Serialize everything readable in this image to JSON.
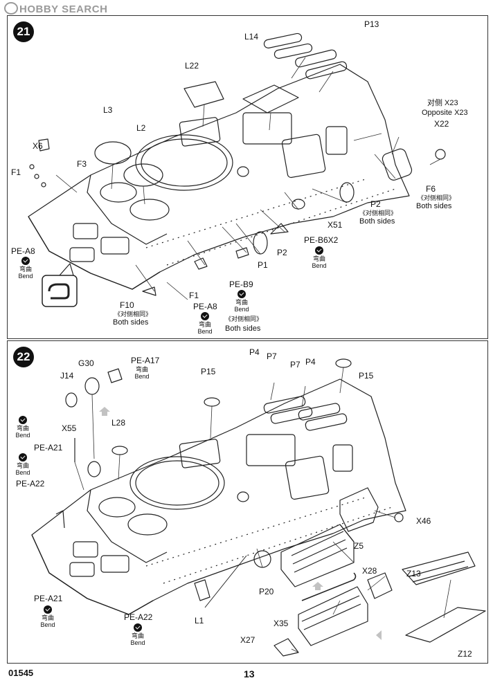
{
  "watermark": "HOBBY SEARCH",
  "footer": {
    "code": "01545",
    "page": "13"
  },
  "step21": {
    "number": "21",
    "labels": {
      "P13": "P13",
      "L14": "L14",
      "L22": "L22",
      "L3": "L3",
      "L2": "L2",
      "X6": "X6",
      "F3": "F3",
      "F1a": "F1",
      "opp_cn": "对侧 X23",
      "opp_en": "Opposite X23",
      "X22": "X22",
      "F6": "F6",
      "F6_cn": "《对侧相同》",
      "F6_both": "Both sides",
      "P2a": "P2",
      "P2a_cn": "《对侧相同》",
      "P2a_both": "Both sides",
      "X51": "X51",
      "PE_B6X2": "PE-B6X2",
      "P2b": "P2",
      "P1": "P1",
      "PE_A8a": "PE-A8",
      "PE_B9": "PE-B9",
      "F1b": "F1",
      "F10": "F10",
      "F10_cn": "《对侧相同》",
      "F10_both": "Both sides",
      "PE_A8b": "PE-A8",
      "PE_B9_both_cn": "《对侧相同》",
      "PE_B9_both": "Both sides"
    },
    "bends": [
      {
        "cn": "弯曲",
        "en": "Bend"
      },
      {
        "cn": "弯曲",
        "en": "Bend"
      },
      {
        "cn": "弯曲",
        "en": "Bend"
      },
      {
        "cn": "弯曲",
        "en": "Bend"
      }
    ]
  },
  "step22": {
    "number": "22",
    "labels": {
      "G30": "G30",
      "PE_A17": "PE-A17",
      "J14": "J14",
      "P15a": "P15",
      "P4a": "P4",
      "P7a": "P7",
      "P7b": "P7",
      "P4b": "P4",
      "P15b": "P15",
      "L28": "L28",
      "X55": "X55",
      "PE_A21a": "PE-A21",
      "PE_A22a": "PE-A22",
      "X46": "X46",
      "Z5": "Z5",
      "X28": "X28",
      "Z13": "Z13",
      "P20": "P20",
      "PE_A21b": "PE-A21",
      "PE_A22b": "PE-A22",
      "L1": "L1",
      "X35": "X35",
      "X27": "X27",
      "Z12": "Z12"
    },
    "bends": [
      {
        "cn": "弯曲",
        "en": "Bend"
      },
      {
        "cn": "弯曲",
        "en": "Bend"
      },
      {
        "cn": "弯曲",
        "en": "Bend"
      },
      {
        "cn": "弯曲",
        "en": "Bend"
      },
      {
        "cn": "弯曲",
        "en": "Bend"
      }
    ]
  }
}
